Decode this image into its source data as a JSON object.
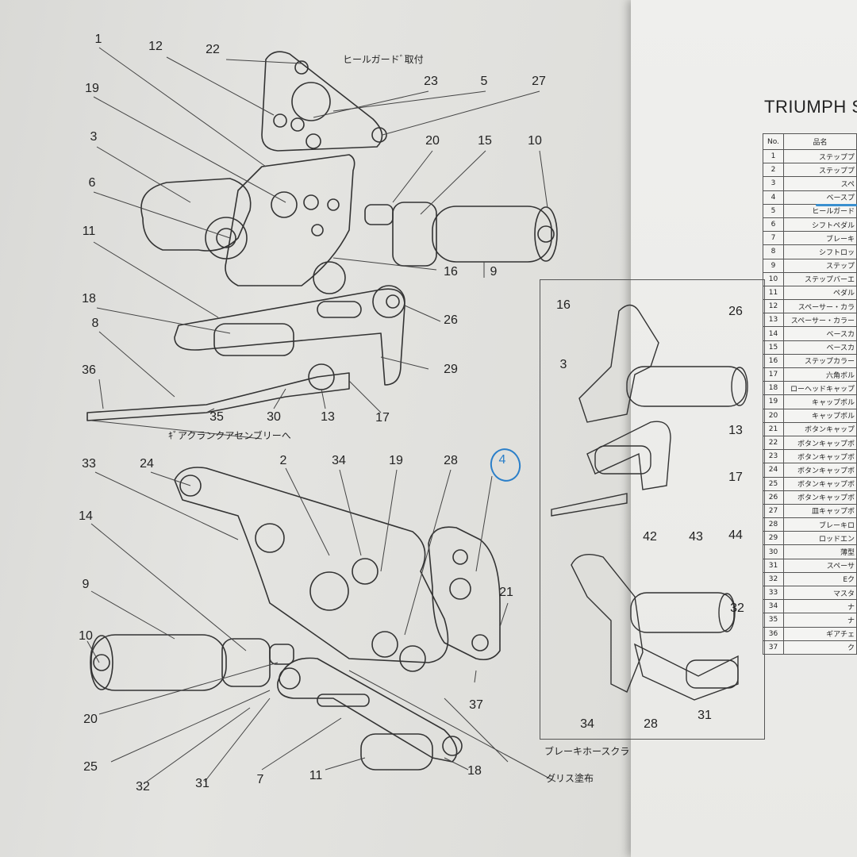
{
  "title": "TRIUMPH S",
  "notes": {
    "heel_guard": "ヒールガードﾞ取付",
    "gear_crank": "ｷﾞアクランクアセンブリーへ",
    "brake_hose": "ブレーキホースクランプ",
    "grease": "グリス塗布"
  },
  "handwritten": "4",
  "callouts": {
    "top": [
      "1",
      "12",
      "22",
      "19",
      "23",
      "5",
      "27",
      "3",
      "20",
      "15",
      "10",
      "6",
      "11",
      "16",
      "9",
      "18",
      "26",
      "8",
      "29",
      "36",
      "35",
      "30",
      "13",
      "17"
    ],
    "bottom": [
      "33",
      "24",
      "2",
      "34",
      "19",
      "28",
      "4",
      "14",
      "21",
      "9",
      "10",
      "20",
      "37",
      "25",
      "32",
      "31",
      "7",
      "11",
      "18"
    ],
    "inset": [
      "16",
      "26",
      "3",
      "13",
      "17",
      "42",
      "43",
      "44",
      "32",
      "34",
      "28",
      "31"
    ]
  },
  "table": {
    "header": {
      "no": "No.",
      "name": "品名"
    },
    "rows": [
      {
        "no": "1",
        "name": "ステッププ"
      },
      {
        "no": "2",
        "name": "ステッププ"
      },
      {
        "no": "3",
        "name": "スペ"
      },
      {
        "no": "4",
        "name": "ベースプ"
      },
      {
        "no": "5",
        "name": "ヒールガード"
      },
      {
        "no": "6",
        "name": "シフトペダル"
      },
      {
        "no": "7",
        "name": "ブレーキ"
      },
      {
        "no": "8",
        "name": "シフトロッ"
      },
      {
        "no": "9",
        "name": "ステップ"
      },
      {
        "no": "10",
        "name": "ステップバーエ"
      },
      {
        "no": "11",
        "name": "ペダル"
      },
      {
        "no": "12",
        "name": "スペーサー・カラ"
      },
      {
        "no": "13",
        "name": "スペーサー・カラー"
      },
      {
        "no": "14",
        "name": "ベースカ"
      },
      {
        "no": "15",
        "name": "ベースカ"
      },
      {
        "no": "16",
        "name": "ステップカラー"
      },
      {
        "no": "17",
        "name": "六角ボル"
      },
      {
        "no": "18",
        "name": "ローヘッドキャップ"
      },
      {
        "no": "19",
        "name": "キャップボル"
      },
      {
        "no": "20",
        "name": "キャップボル"
      },
      {
        "no": "21",
        "name": "ボタンキャップ"
      },
      {
        "no": "22",
        "name": "ボタンキャップボ"
      },
      {
        "no": "23",
        "name": "ボタンキャップボ"
      },
      {
        "no": "24",
        "name": "ボタンキャップボ"
      },
      {
        "no": "25",
        "name": "ボタンキャップボ"
      },
      {
        "no": "26",
        "name": "ボタンキャップボ"
      },
      {
        "no": "27",
        "name": "皿キャップボ"
      },
      {
        "no": "28",
        "name": "ブレーキロ"
      },
      {
        "no": "29",
        "name": "ロッドエン"
      },
      {
        "no": "30",
        "name": "薄型"
      },
      {
        "no": "31",
        "name": "スペーサ"
      },
      {
        "no": "32",
        "name": "Eク"
      },
      {
        "no": "33",
        "name": "マスタ"
      },
      {
        "no": "34",
        "name": "ナ"
      },
      {
        "no": "35",
        "name": "ナ"
      },
      {
        "no": "36",
        "name": "ギアチェ"
      },
      {
        "no": "37",
        "name": "ク"
      }
    ]
  }
}
